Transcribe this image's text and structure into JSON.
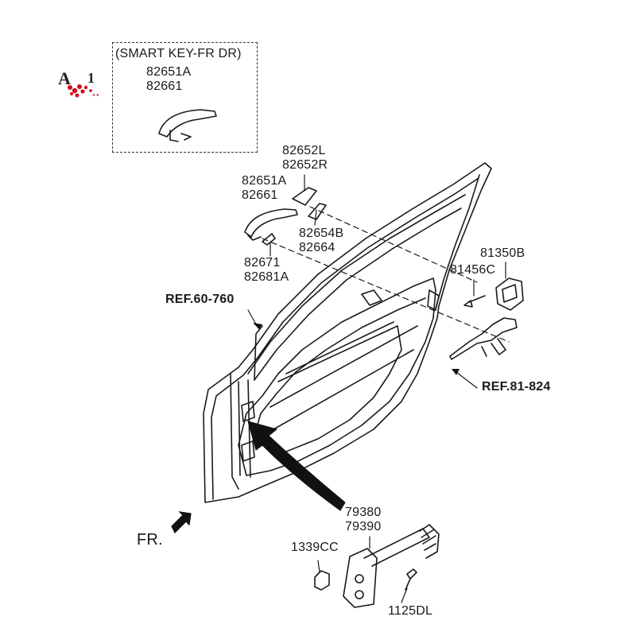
{
  "smart_key_box": {
    "title": "(SMART KEY-FR DR)",
    "parts": [
      "82651A",
      "82661"
    ]
  },
  "callouts": {
    "handle_cover_lr": [
      "82652L",
      "82652R"
    ],
    "outside_handle": [
      "82651A",
      "82661"
    ],
    "handle_cover_inner": [
      "82654B",
      "82664"
    ],
    "handle_base": [
      "82671",
      "82681A"
    ],
    "ref_door_panel": "REF.60-760",
    "ref_latch": "REF.81-824",
    "striker_assy": "81350B",
    "striker_bolt": "81456C",
    "checker": [
      "79380",
      "79390"
    ],
    "checker_nut": "1339CC",
    "checker_bolt": "1125DL",
    "front_direction": "FR."
  },
  "colors": {
    "line": "#1a1a1a",
    "box_border": "#333333",
    "stamp_red": "#d10f1f"
  },
  "icons": {
    "front_arrow": "arrow-down-left-icon",
    "stamp": "seal-stamp-icon"
  }
}
